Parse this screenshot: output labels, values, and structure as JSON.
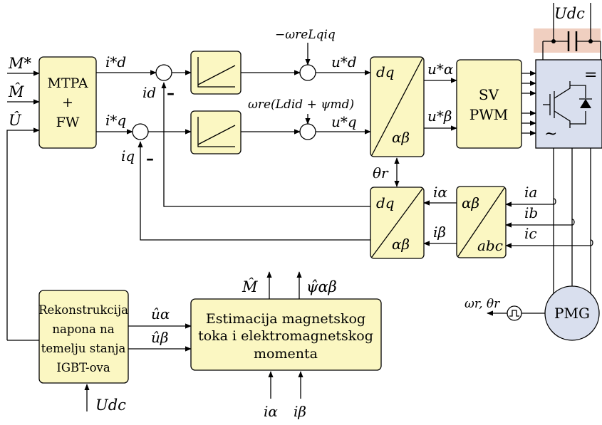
{
  "inputs": {
    "torque_ref": "M*",
    "torque_est": "M̂",
    "voltage_est": "Û"
  },
  "dc_label_top": "Udc",
  "dc_label_bottom": "Udc",
  "blocks": {
    "mtpa": [
      "MTPA",
      "+",
      "FW"
    ],
    "svpwm": [
      "SV",
      "PWM"
    ],
    "dq_ab_top": {
      "top": "dq",
      "bottom": "αβ"
    },
    "dq_ab_bottom": {
      "top": "dq",
      "bottom": "αβ"
    },
    "ab_abc": {
      "top": "αβ",
      "bottom": "abc"
    },
    "reconstruction": [
      "Rekonstrukcija",
      "napona na",
      "temelju stanja",
      "IGBT-ova"
    ],
    "estimation": [
      "Estimacija magnetskog",
      "toka i elektromagnetskog",
      "momenta"
    ],
    "pmg": "PMG"
  },
  "signals": {
    "id_ref": "i*d",
    "iq_ref": "i*q",
    "id_fb": "id",
    "iq_fb": "iq",
    "minus_d": "–",
    "minus_q": "–",
    "decoupling_d": "−ωreLqiq",
    "decoupling_q": "ωre(Ldid + ψmd)",
    "ud_ref": "u*d",
    "uq_ref": "u*q",
    "ualpha_ref": "u*α",
    "ubeta_ref": "u*β",
    "theta_r": "θr",
    "i_alpha": "iα",
    "i_beta": "iβ",
    "ia": "ia",
    "ib": "ib",
    "ic": "ic",
    "speed_angle": "ωr, θr",
    "u_alpha_hat": "ûα",
    "u_beta_hat": "ûβ",
    "m_hat_out": "M̂",
    "psi_hat_out": "ψ̂αβ",
    "est_in_alpha": "iα",
    "est_in_beta": "iβ"
  },
  "inverter": {
    "dc_symbol": "=",
    "ac_symbol": "~"
  },
  "colors": {
    "block_fill": "#fbf7c2",
    "inverter_fill": "#d9dfee",
    "capacitor_band": "#f0cfc0"
  }
}
